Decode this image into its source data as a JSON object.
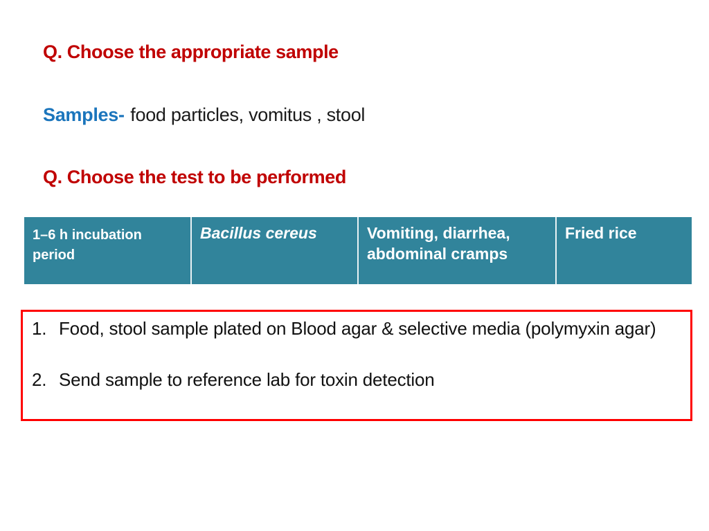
{
  "slide": {
    "question1": "Q. Choose the appropriate sample",
    "samples_label": "Samples-",
    "samples_text": "food particles, vomitus , stool",
    "question2": "Q. Choose the test to be performed",
    "table": {
      "cells": [
        {
          "text": "1–6 h incubation period"
        },
        {
          "text": "Bacillus cereus"
        },
        {
          "text": "Vomiting, diarrhea, abdominal cramps"
        },
        {
          "text": "Fried rice"
        }
      ]
    },
    "answers": [
      {
        "number": "1.",
        "text": "Food, stool sample plated on Blood agar & selective media (polymyxin agar)"
      },
      {
        "number": "2.",
        "text": "Send sample to reference lab for toxin detection"
      }
    ],
    "colors": {
      "heading_red": "#C00000",
      "samples_blue": "#1B75BC",
      "table_teal": "#31849B",
      "box_border_red": "#FF0000"
    }
  }
}
